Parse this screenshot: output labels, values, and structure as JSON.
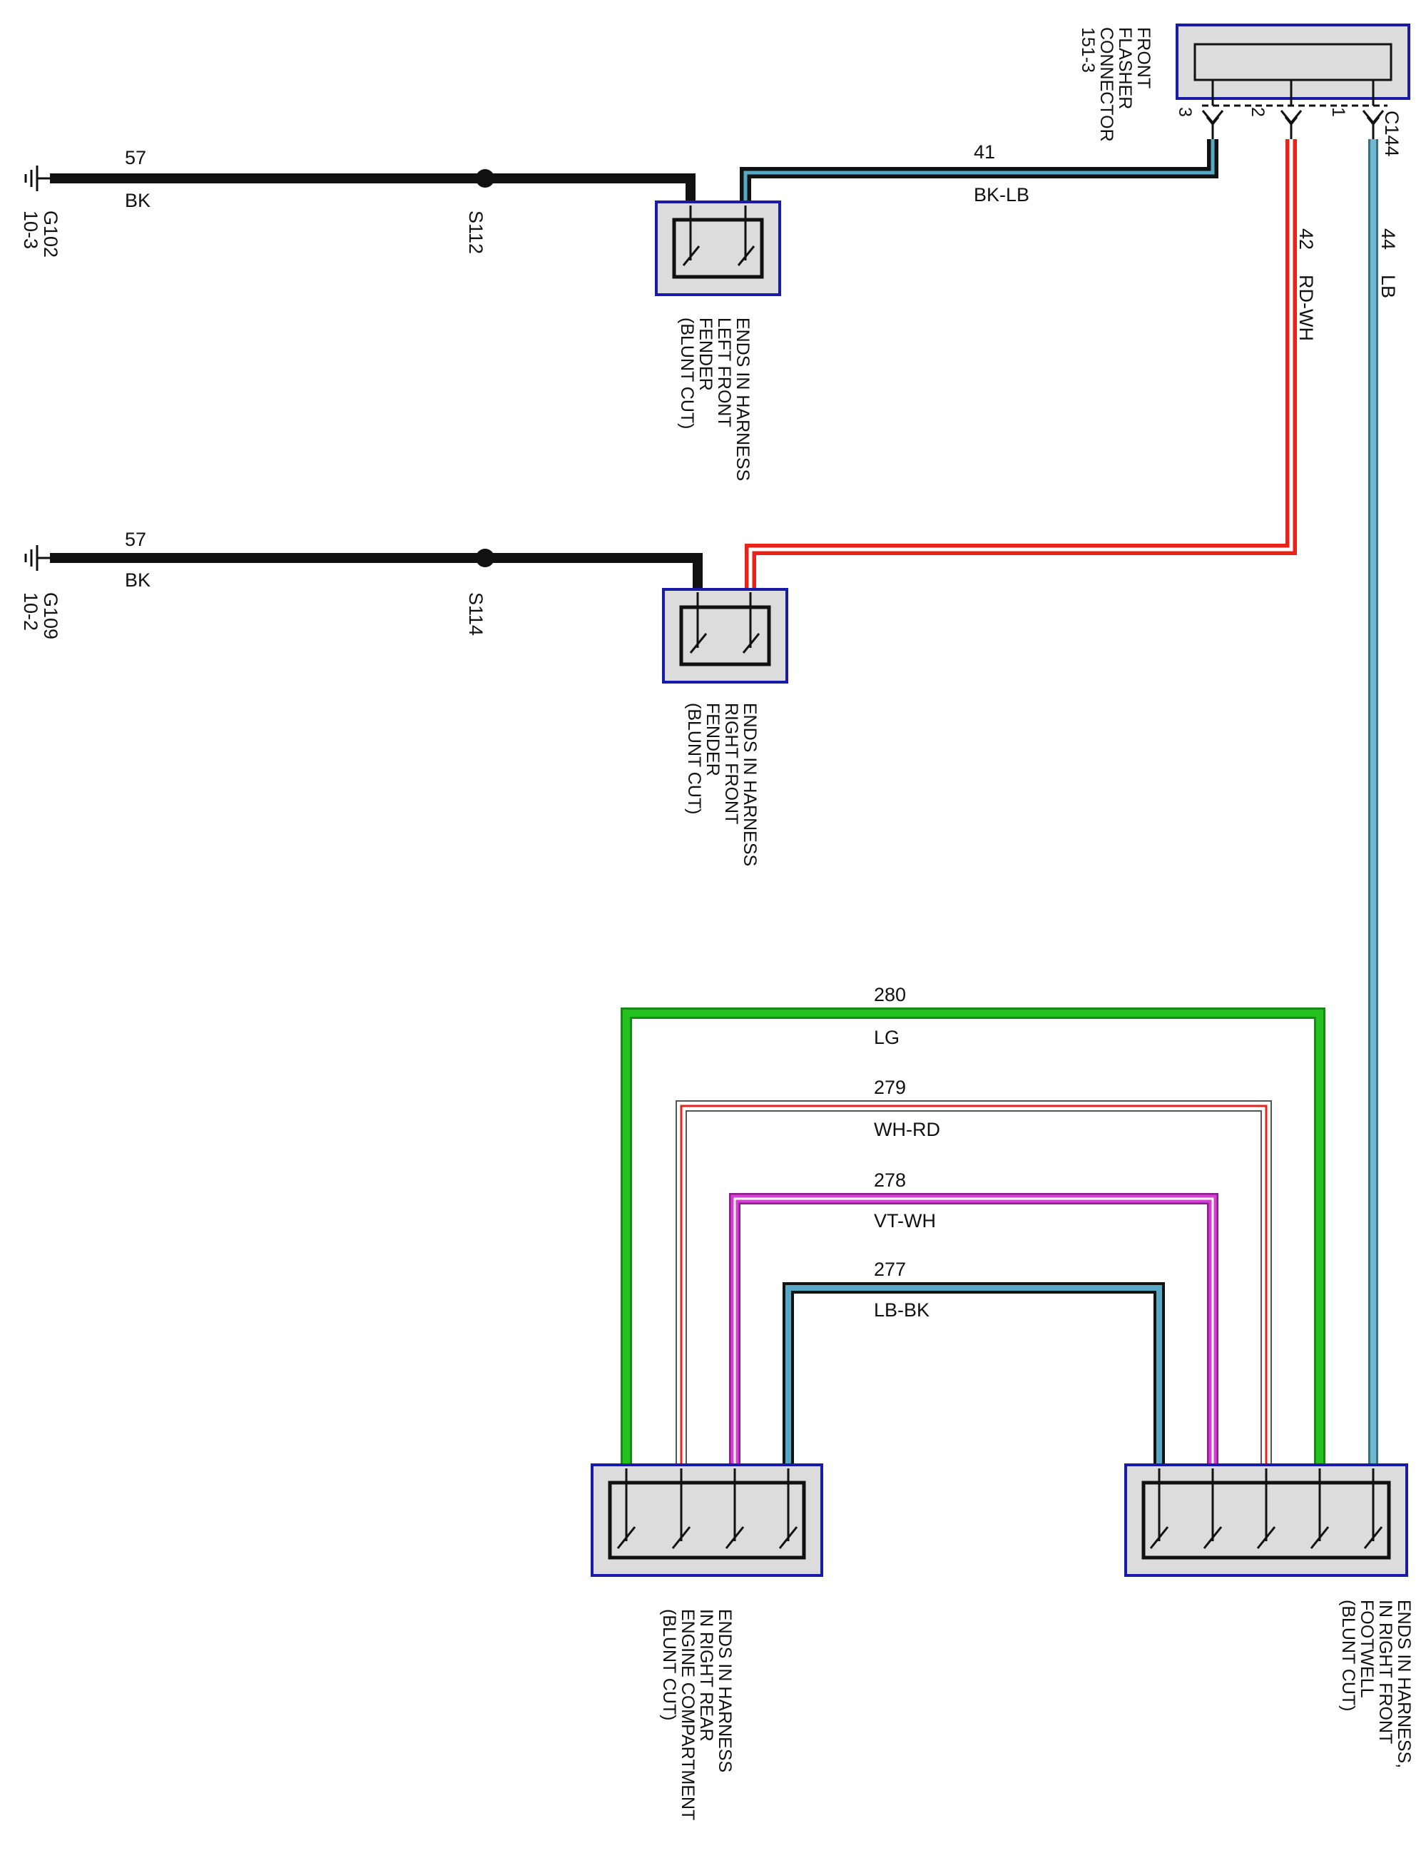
{
  "grounds": [
    {
      "id": "G102",
      "ref": "10-3",
      "label": "G102\n10-3"
    },
    {
      "id": "G109",
      "ref": "10-2",
      "label": "G109\n10-2"
    }
  ],
  "splices": [
    {
      "id": "S112"
    },
    {
      "id": "S114"
    }
  ],
  "wires": {
    "w57a": {
      "circuit": "57",
      "color": "BK"
    },
    "w57b": {
      "circuit": "57",
      "color": "BK"
    },
    "w41": {
      "circuit": "41",
      "color": "BK-LB"
    },
    "w42": {
      "circuit": "42",
      "color": "RD-WH"
    },
    "w44": {
      "circuit": "44",
      "color": "LB"
    },
    "w280": {
      "circuit": "280",
      "color": "LG"
    },
    "w279": {
      "circuit": "279",
      "color": "WH-RD"
    },
    "w278": {
      "circuit": "278",
      "color": "VT-WH"
    },
    "w277": {
      "circuit": "277",
      "color": "LB-BK"
    }
  },
  "connector": {
    "id": "C144",
    "description": [
      "FRONT",
      "FLASHER",
      "CONNECTOR",
      "151-3"
    ],
    "pins": [
      "3",
      "2",
      "1"
    ]
  },
  "harness_ends": {
    "left_front_fender": [
      "ENDS IN HARNESS",
      "LEFT FRONT",
      "FENDER",
      "(BLUNT CUT)"
    ],
    "right_front_fender": [
      "ENDS IN HARNESS",
      "RIGHT FRONT",
      "FENDER",
      "(BLUNT CUT)"
    ],
    "right_rear_engine": [
      "ENDS IN HARNESS",
      "IN RIGHT REAR",
      "ENGINE COMPARTMENT",
      "(BLUNT CUT)"
    ],
    "right_front_footwell": [
      "ENDS IN HARNESS,",
      "IN RIGHT FRONT",
      "FOOTWELL",
      "(BLUNT CUT)"
    ]
  },
  "colors": {
    "black": "#111111",
    "light_blue": "#56a9c4",
    "red": "#e8231a",
    "light_green": "#25c21f",
    "violet": "#d63fd6",
    "white": "#ffffff",
    "box_fill": "#dcdcdc",
    "box_border": "#1a1aa8"
  }
}
